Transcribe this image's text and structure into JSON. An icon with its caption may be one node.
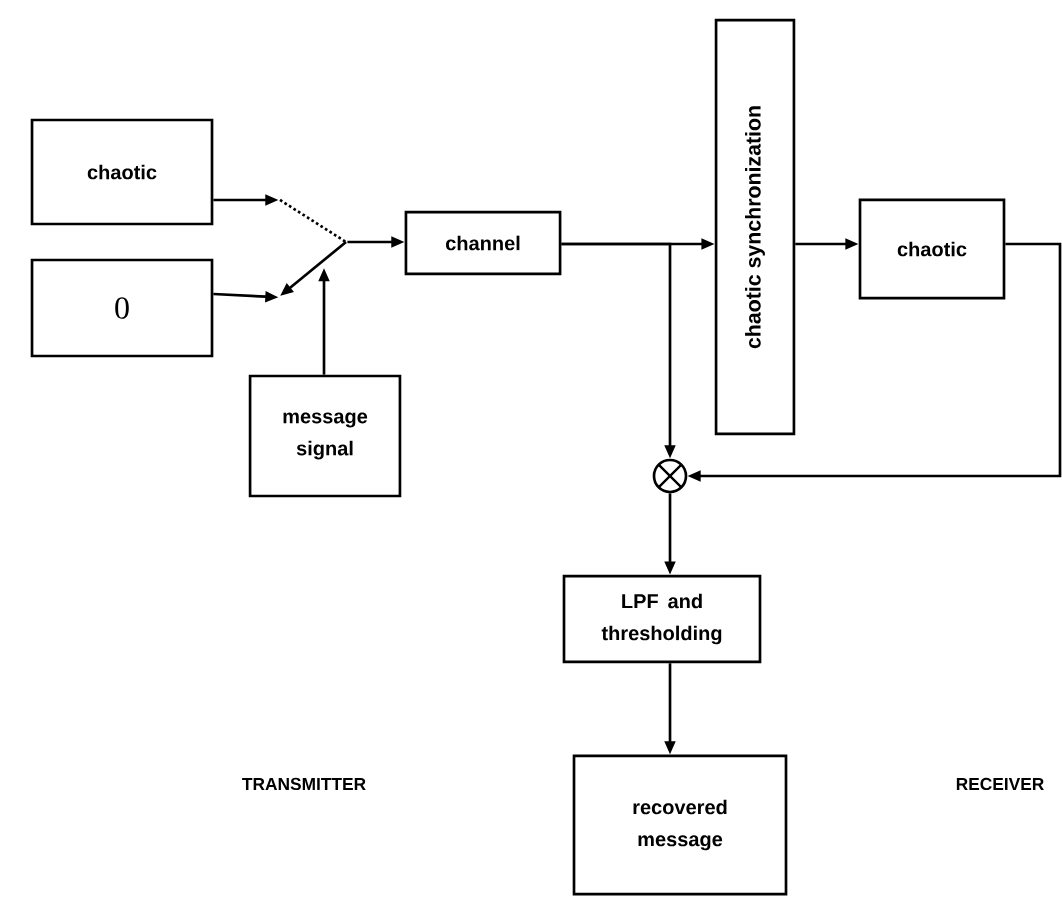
{
  "diagram": {
    "nodes": [
      {
        "text": [
          "chaotic"
        ]
      },
      {
        "text": [
          "0"
        ]
      },
      {
        "text": [],
        "shape": "switch"
      },
      {
        "text": [
          "message signal"
        ]
      },
      {
        "text": [
          "channel"
        ]
      },
      {
        "text": [
          "chaotic synchronization"
        ]
      },
      {
        "text": [
          "chaotic"
        ]
      },
      {
        "text": [],
        "shape": "circle"
      },
      {
        "text": [
          "LPF and thresholding"
        ]
      },
      {
        "text": [
          "recovered message"
        ]
      }
    ],
    "edges": [
      {
        "from": 0,
        "to": 2,
        "arrow": "to"
      },
      {
        "from": 1,
        "to": 2,
        "arrow": "to"
      },
      {
        "from": 3,
        "to": 2,
        "arrow": "to"
      },
      {
        "from": 2,
        "to": 4,
        "arrow": "to"
      },
      {
        "from": 4,
        "to": 5,
        "arrow": "to"
      },
      {
        "from": 4,
        "to": 7,
        "arrow": "to"
      },
      {
        "from": 5,
        "to": 6,
        "arrow": "to"
      },
      {
        "from": 6,
        "to": 7,
        "arrow": "to"
      },
      {
        "from": 7,
        "to": 8,
        "arrow": "to"
      },
      {
        "from": 8,
        "to": 9,
        "arrow": "to"
      }
    ],
    "labels": [
      "TRANSMITTER",
      "RECEIVER"
    ]
  }
}
